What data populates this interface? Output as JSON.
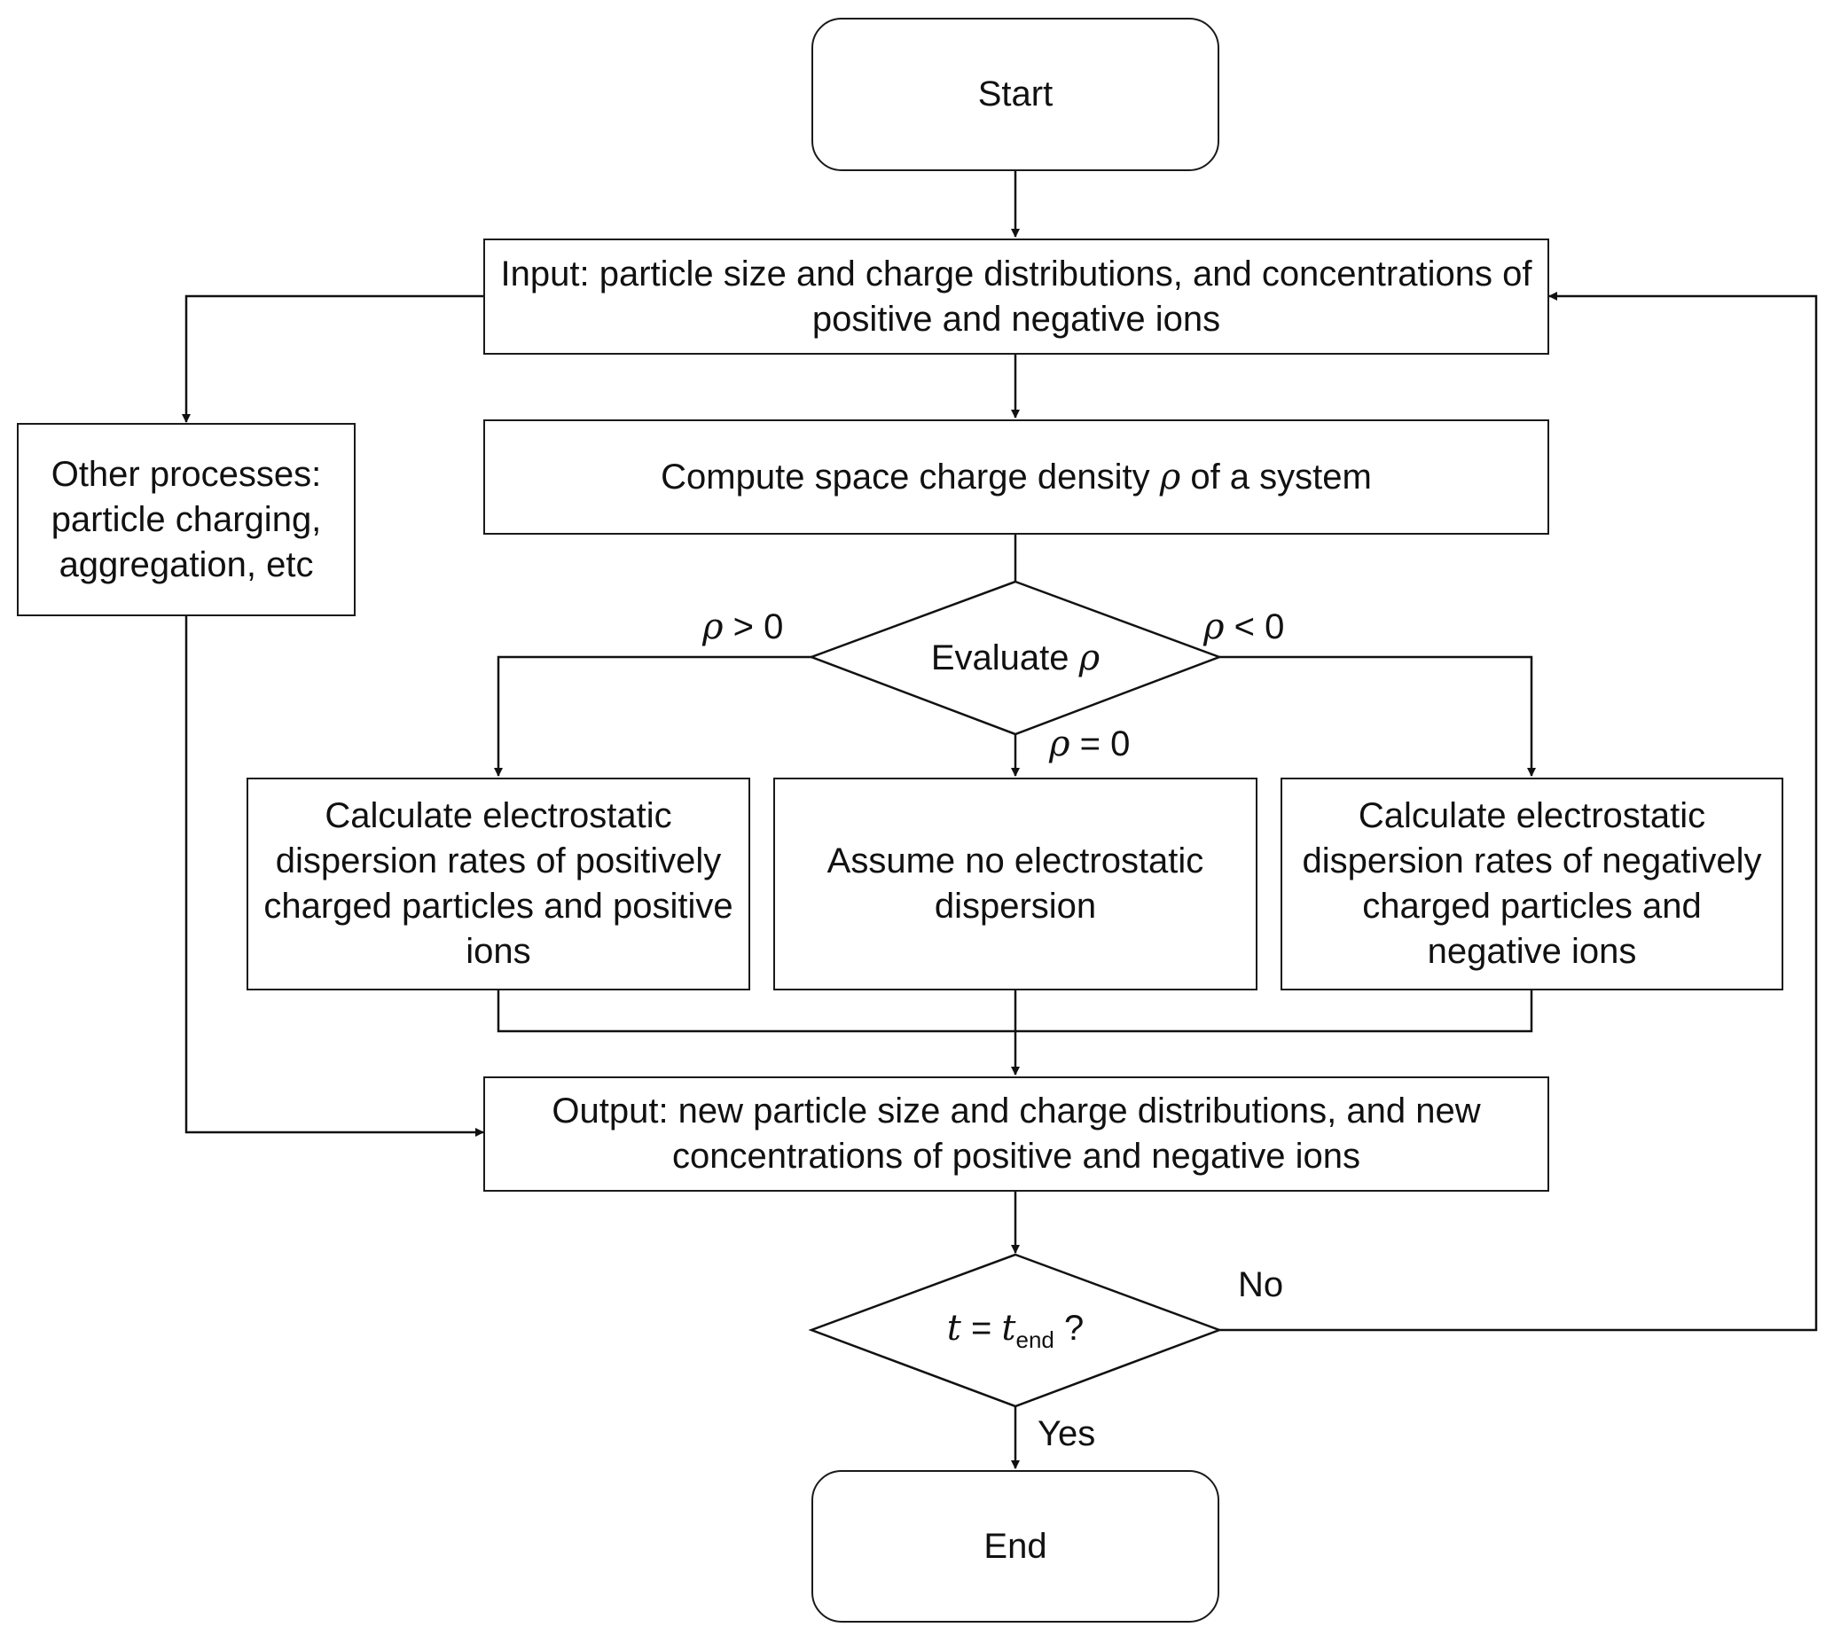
{
  "nodes": {
    "start": "Start",
    "input": "Input: particle size and charge distributions, and concentrations of positive and negative ions",
    "other": "Other processes: particle charging, aggregation, etc",
    "compute_prefix": "Compute space charge density ",
    "compute_symbol": "ρ",
    "compute_suffix": " of a system",
    "evaluate_prefix": "Evaluate ",
    "evaluate_symbol": "ρ",
    "positive": "Calculate electrostatic dispersion rates of positively charged particles and positive ions",
    "none": "Assume no electrostatic dispersion",
    "negative": "Calculate electrostatic dispersion rates of negatively charged particles and negative ions",
    "output": "Output: new particle size and charge distributions, and new concentrations of positive and negative ions",
    "check_t": "t",
    "check_eq": " = ",
    "check_t2": "t",
    "check_sub": "end",
    "check_q": " ?",
    "end": "End"
  },
  "edge_labels": {
    "rho_symbol": "ρ",
    "rho_gt": " > 0",
    "rho_lt": " < 0",
    "rho_eq": " = 0",
    "no": "No",
    "yes": "Yes"
  }
}
